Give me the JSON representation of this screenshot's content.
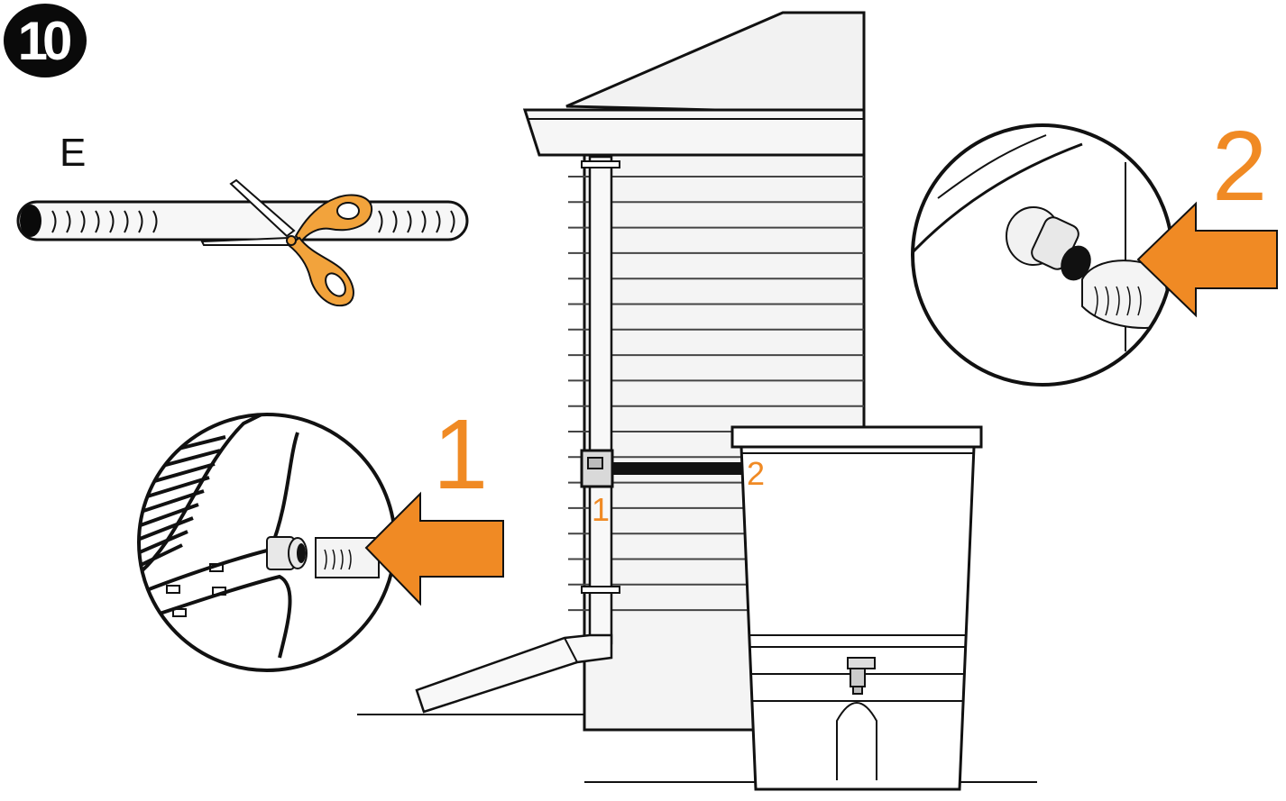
{
  "step": {
    "number": "10"
  },
  "part": {
    "letter": "E"
  },
  "callouts": {
    "detail_1_number": "1",
    "detail_2_number": "2",
    "connection_1_label": "1",
    "connection_2_label": "2"
  },
  "colors": {
    "accent_orange": "#f08a24",
    "outline": "#111111",
    "background": "#ffffff"
  },
  "icons": [
    "scissors-icon",
    "hose-icon",
    "arrow-right-icon"
  ]
}
